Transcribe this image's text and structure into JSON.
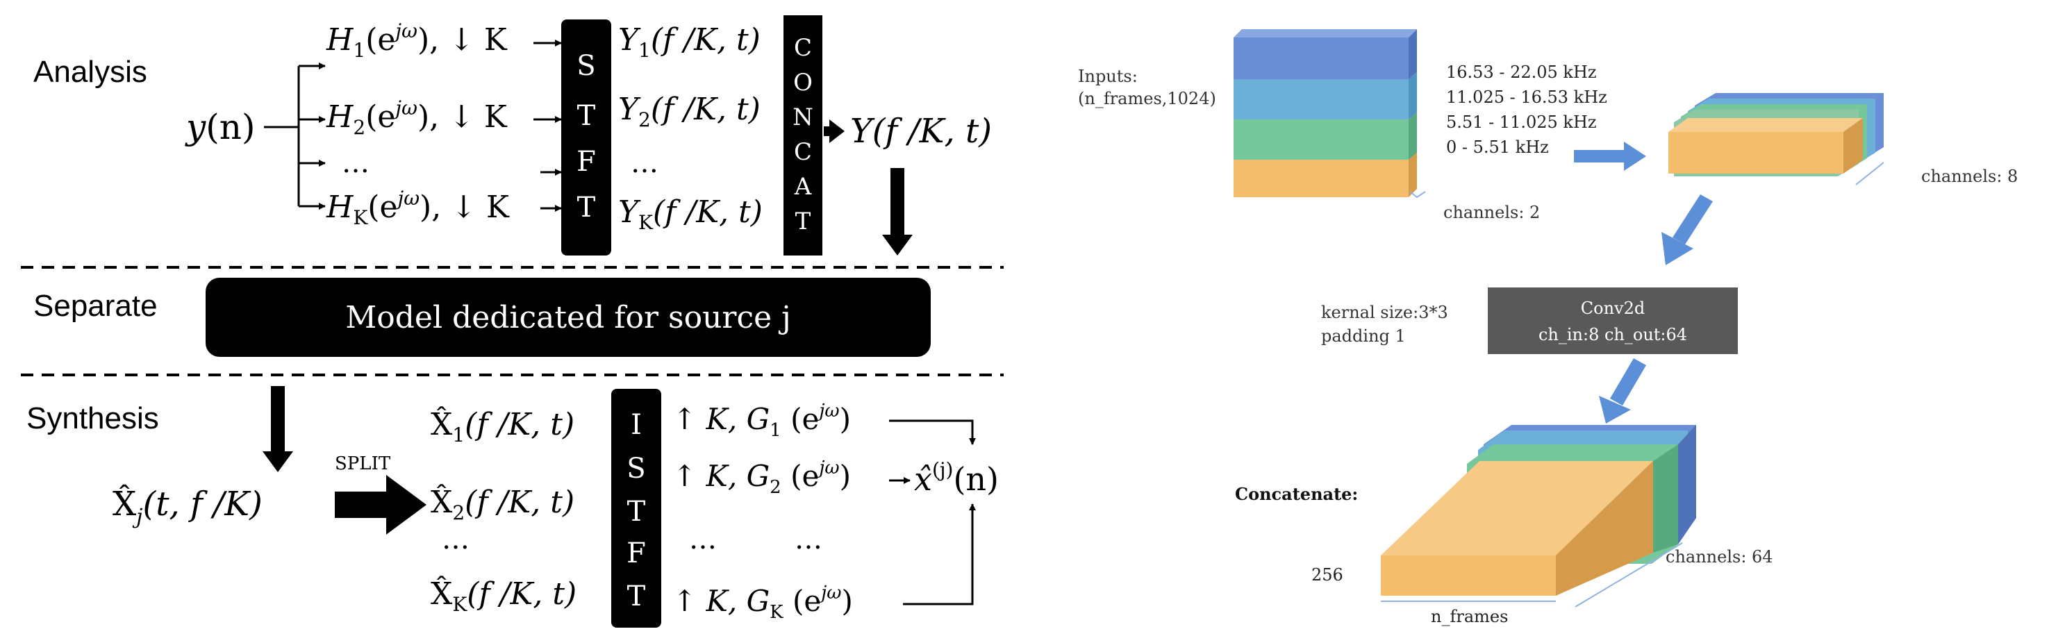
{
  "left": {
    "sections": {
      "analysis": "Analysis",
      "separate": "Separate",
      "synthesis": "Synthesis"
    },
    "input": {
      "base": "y",
      "rest": "(n)"
    },
    "filters": [
      {
        "sym": "H",
        "sub": "1",
        "text": "(e",
        "sup": "jω",
        "tail": "), ↓ K"
      },
      {
        "sym": "H",
        "sub": "2",
        "text": "(e",
        "sup": "jω",
        "tail": "), ↓ K"
      },
      {
        "text": "…"
      },
      {
        "sym": "H",
        "sub": "K",
        "text": "(e",
        "sup": "jω",
        "tail": "), ↓ K"
      }
    ],
    "stft_letters": [
      "S",
      "T",
      "F",
      "T"
    ],
    "stft_outputs": [
      {
        "sym": "Y",
        "sub": "1",
        "tail": "(f /K, t)"
      },
      {
        "sym": "Y",
        "sub": "2",
        "tail": "(f /K, t)"
      },
      {
        "text": "…"
      },
      {
        "sym": "Y",
        "sub": "K",
        "tail": "(f /K, t)"
      }
    ],
    "concat_letters": [
      "C",
      "O",
      "N",
      "C",
      "A",
      "T"
    ],
    "concat_output": "Y(f /K, t)",
    "model_label": "Model dedicated for source j",
    "synthesis_input": {
      "sym": "X̂",
      "sub": "j",
      "tail": "(t, f /K)"
    },
    "split_label": "SPLIT",
    "istft_inputs": [
      {
        "sym": "X̂",
        "sub": "1",
        "tail": "(f /K, t)"
      },
      {
        "sym": "X̂",
        "sub": "2",
        "tail": "(f /K, t)"
      },
      {
        "text": "…"
      },
      {
        "sym": "X̂",
        "sub": "K",
        "tail": "(f /K, t)"
      }
    ],
    "istft_letters": [
      "I",
      "S",
      "T",
      "F",
      "T"
    ],
    "upsample": [
      {
        "head": "↑ K, G",
        "sub": "1",
        "mid": " (e",
        "sup": "jω",
        "tail": ")"
      },
      {
        "head": "↑ K, G",
        "sub": "2",
        "mid": " (e",
        "sup": "jω",
        "tail": ")"
      },
      {
        "head": "…",
        "tail": "…"
      },
      {
        "head": "↑ K, G",
        "sub": "K",
        "mid": " (e",
        "sup": "jω",
        "tail": ")"
      }
    ],
    "output": {
      "base": "x̂",
      "sup": "(j)",
      "tail": "(n)"
    }
  },
  "right": {
    "inputs_label": [
      "Inputs:",
      "(n_frames,1024)"
    ],
    "bands": [
      "16.53 - 22.05 kHz",
      "11.025 - 16.53 kHz",
      "5.51 - 11.025 kHz",
      "0 - 5.51 kHz"
    ],
    "channels_in": "channels: 2",
    "channels_mid": "channels: 8",
    "conv": {
      "line1": "Conv2d",
      "line2": "ch_in:8 ch_out:64"
    },
    "kernel": [
      "kernal size:3*3",
      "padding 1"
    ],
    "concat_label": "Concatenate:",
    "size_label": "256",
    "frames_label": "n_frames",
    "channels_out": "channels: 64",
    "colors": {
      "blue": "#6a8fd6",
      "lightblue": "#6cb0da",
      "green": "#77c79c",
      "orange": "#f3bd6b",
      "arrow": "#5b8fd8",
      "conv": "#595959"
    }
  }
}
